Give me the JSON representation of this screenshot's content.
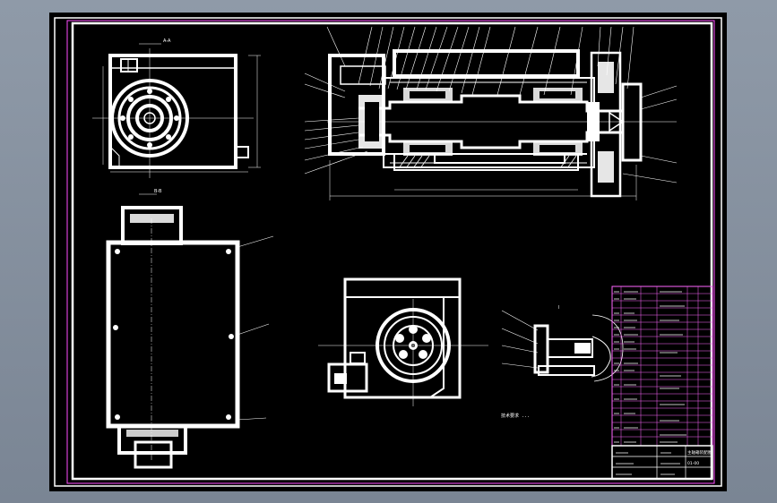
{
  "colors": {
    "background": "#8f9aa8",
    "sheet": "#000000",
    "line": "#ffffff",
    "border_magenta": "#ff4dff",
    "table_magenta": "#ff66ff"
  },
  "labels": {
    "top_left_view": "A-A",
    "left_view": "B-B",
    "detail_view": "I",
    "tech_notes": "技术要求 ...",
    "title_block_name": "主轴箱装配图",
    "title_block_drawing_no": "01-00"
  }
}
